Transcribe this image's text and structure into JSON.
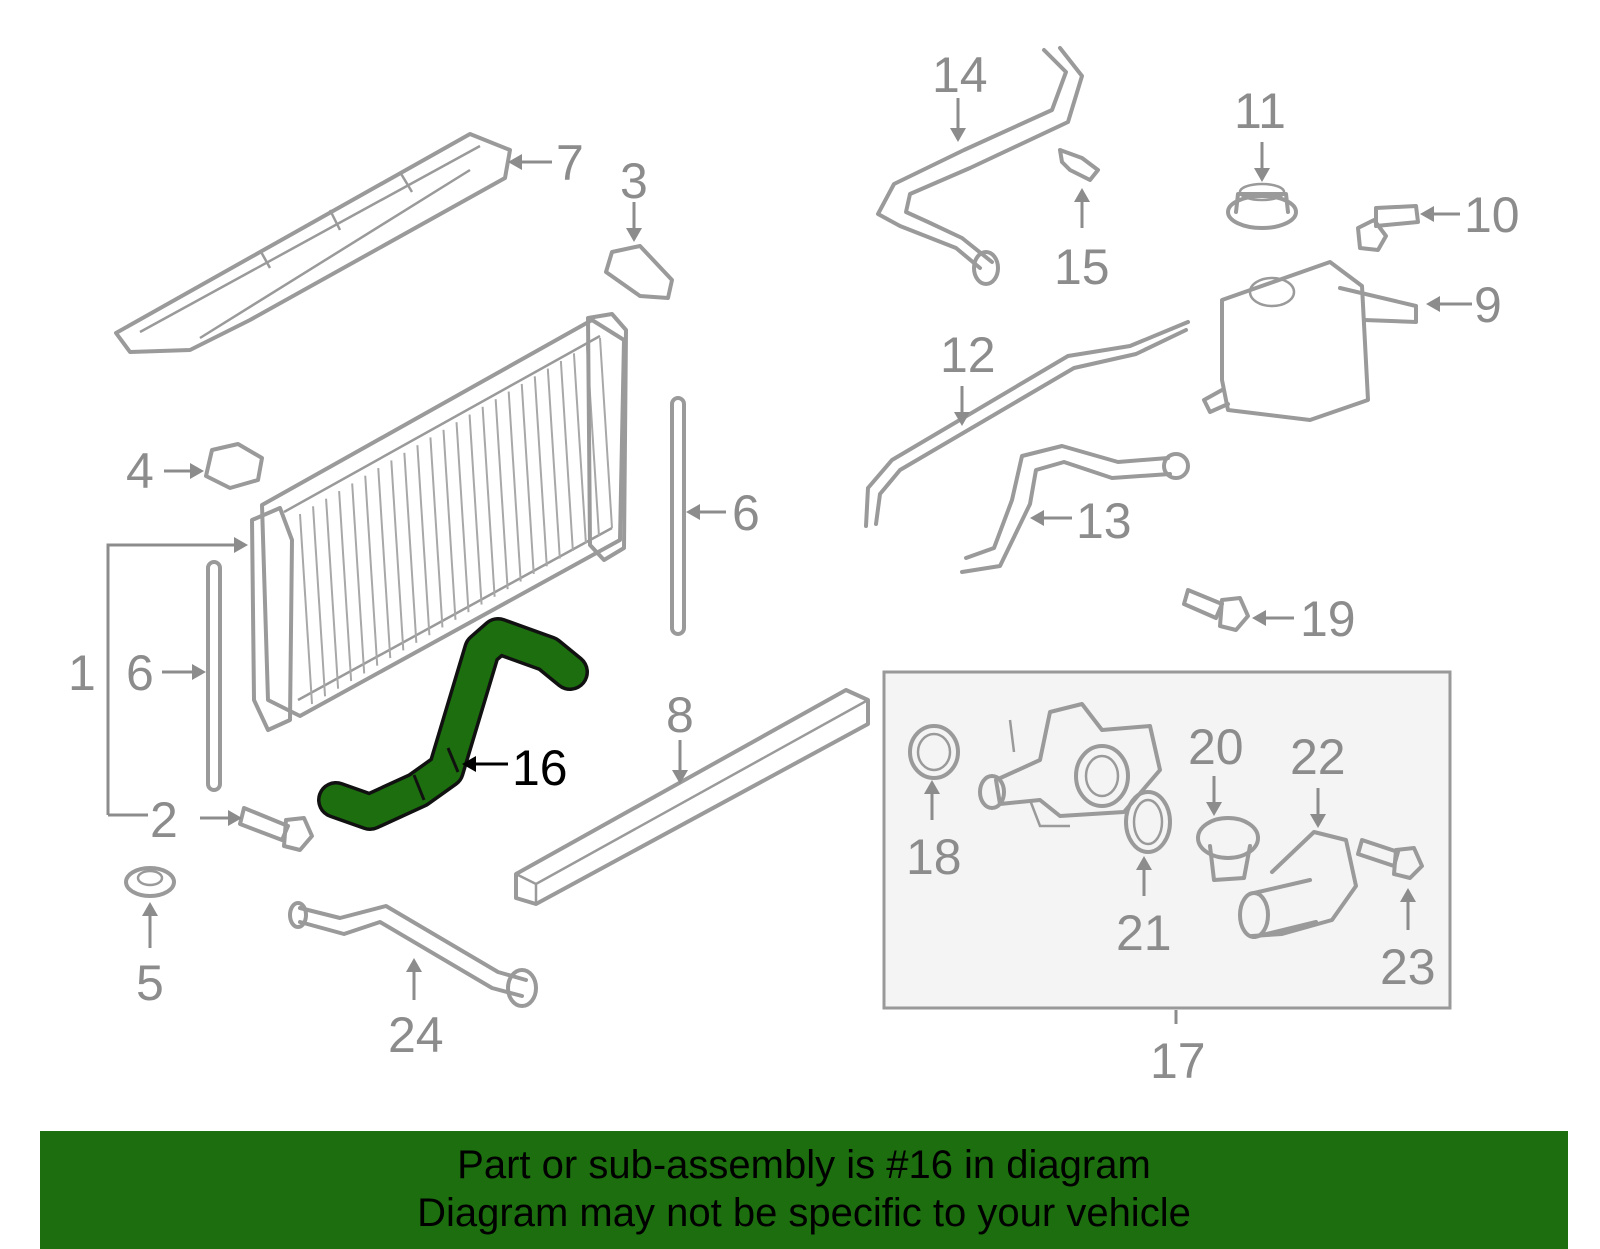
{
  "callouts": {
    "c1": "1",
    "c2": "2",
    "c3": "3",
    "c4": "4",
    "c5": "5",
    "c6a": "6",
    "c6b": "6",
    "c7": "7",
    "c8": "8",
    "c9": "9",
    "c10": "10",
    "c11": "11",
    "c12": "12",
    "c13": "13",
    "c14": "14",
    "c15": "15",
    "c16": "16",
    "c17": "17",
    "c18": "18",
    "c19": "19",
    "c20": "20",
    "c21": "21",
    "c22": "22",
    "c23": "23",
    "c24": "24"
  },
  "highlight": {
    "part": "16",
    "color": "#1c6e0e"
  },
  "banner": {
    "line1": "Part or sub-assembly is #16 in diagram",
    "line2": "Diagram may not be specific to your vehicle"
  },
  "colors": {
    "line_art": "#9a9a9a",
    "banner_bg": "#1c6e0e",
    "text": "#000000"
  }
}
